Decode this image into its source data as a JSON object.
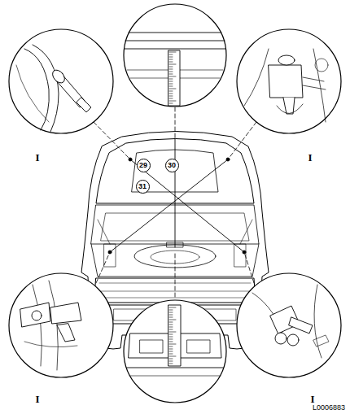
{
  "diagram": {
    "nodes": [
      {
        "text": [
          "29"
        ]
      },
      {
        "text": [
          "30"
        ]
      },
      {
        "text": [
          "31"
        ]
      }
    ],
    "labels": [
      "I",
      "I",
      "I",
      "I",
      "L0006883"
    ]
  }
}
